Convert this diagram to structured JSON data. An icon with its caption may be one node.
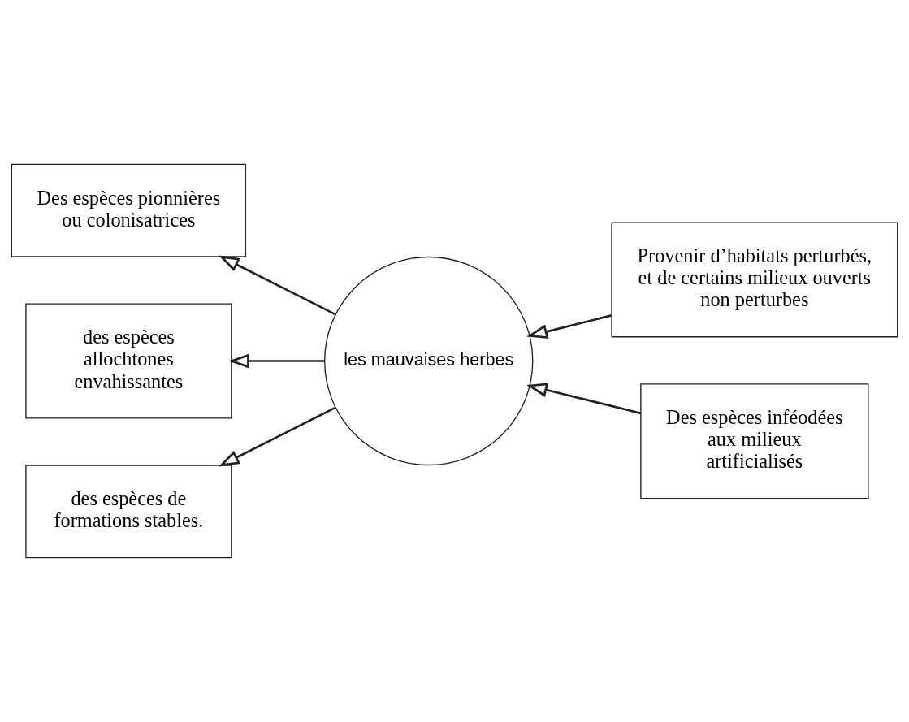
{
  "diagram": {
    "nodes": [
      {
        "text": [
          "les mauvaises herbes"
        ]
      },
      {
        "text": [
          "Des espèces pionnières ou colonisatrices"
        ]
      },
      {
        "text": [
          "Provenir d’habitats perturbés, et de certains milieux ouverts non perturbes"
        ]
      },
      {
        "text": [
          "Des espèces inféodées aux milieux artificialisés"
        ]
      },
      {
        "text": [
          "des espèces allochtones envahissantes"
        ]
      },
      {
        "text": [
          "des espèces de formations stables."
        ]
      }
    ],
    "edges": [
      {
        "from": 0,
        "to": 1,
        "arrow": "to"
      },
      {
        "from": 2,
        "to": 0,
        "arrow": "to"
      },
      {
        "from": 3,
        "to": 0,
        "arrow": "to"
      },
      {
        "from": 0,
        "to": 4,
        "arrow": "to"
      },
      {
        "from": 0,
        "to": 5,
        "arrow": "to"
      }
    ]
  }
}
